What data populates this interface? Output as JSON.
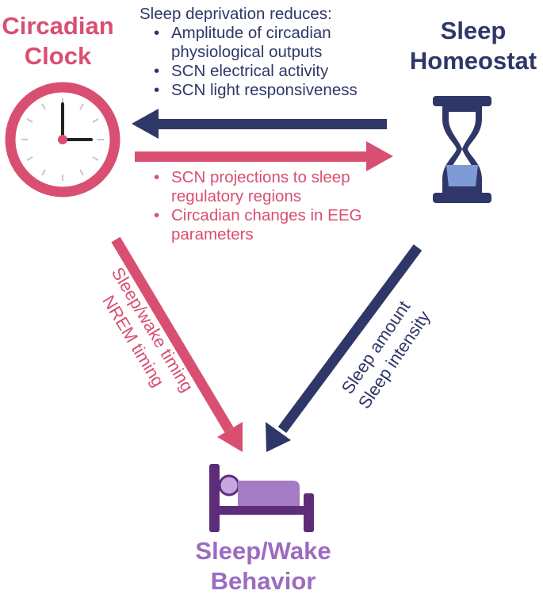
{
  "nodes": {
    "circadian_clock": {
      "title_lines": [
        "Circadian",
        "Clock"
      ],
      "color": "#d94f72",
      "icon": "clock-icon"
    },
    "sleep_homeostat": {
      "title_lines": [
        "Sleep",
        "Homeostat"
      ],
      "color": "#2f3768",
      "icon": "hourglass-icon"
    },
    "sleep_wake_behavior": {
      "title_lines": [
        "Sleep/Wake",
        "Behavior"
      ],
      "color": "#9b6cc0",
      "icon": "bed-icon"
    }
  },
  "edges": {
    "homeostat_to_clock": {
      "heading": "Sleep deprivation reduces:",
      "items": [
        "Amplitude of circadian physiological outputs",
        "SCN electrical activity",
        "SCN light responsiveness"
      ],
      "color": "#2f3768"
    },
    "clock_to_homeostat": {
      "items": [
        "SCN projections to sleep regulatory regions",
        "Circadian changes in EEG parameters"
      ],
      "color": "#d94f72"
    },
    "clock_to_behavior": {
      "lines": [
        "Sleep/wake timing",
        "NREM timing"
      ],
      "color": "#d94f72"
    },
    "homeostat_to_behavior": {
      "lines": [
        "Sleep amount",
        "Sleep intensity"
      ],
      "color": "#2f3768"
    }
  }
}
